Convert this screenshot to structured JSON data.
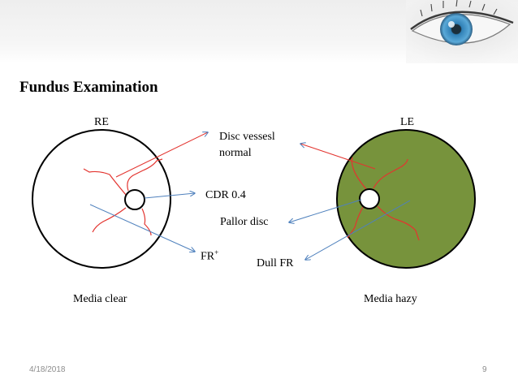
{
  "slide": {
    "title": "Fundus Examination",
    "date": "4/18/2018",
    "page_number": "9"
  },
  "right_eye": {
    "label": "RE",
    "media": "Media clear",
    "fundus_color": "#ffffff"
  },
  "left_eye": {
    "label": "LE",
    "media": "Media hazy",
    "fundus_color": "#77933c"
  },
  "findings": {
    "disc_vessels_line1": "Disc vessesl",
    "disc_vessels_line2": "normal",
    "cdr": "CDR 0.4",
    "fr_main": "FR",
    "fr_sup": "+",
    "pallor_disc": "Pallor disc",
    "dull_fr": "Dull FR"
  },
  "colors": {
    "vessel": "#e3342f",
    "arrow": "#4f81bd",
    "outline": "#000000",
    "header_band": "#eeeeee",
    "iris": "#3d8fc6"
  },
  "icons": {
    "header_decoration": "eye-icon"
  }
}
